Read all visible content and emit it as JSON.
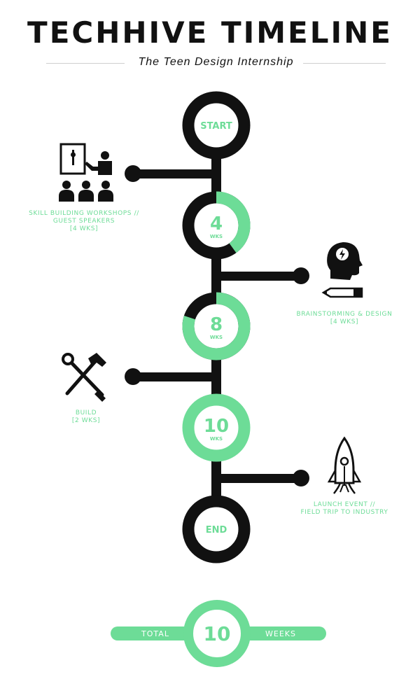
{
  "header": {
    "title": "TECHHIVE TIMELINE",
    "subtitle": "The Teen Design Internship"
  },
  "colors": {
    "accent": "#6ddc97",
    "dark": "#111111",
    "background": "#ffffff"
  },
  "nodes": [
    {
      "big": "START",
      "small": "",
      "green_fraction": 0
    },
    {
      "big": "4",
      "small": "WKS",
      "green_fraction": 0.4
    },
    {
      "big": "8",
      "small": "WKS",
      "green_fraction": 0.8
    },
    {
      "big": "10",
      "small": "WKS",
      "green_fraction": 1.0
    },
    {
      "big": "END",
      "small": "",
      "green_fraction": 0
    }
  ],
  "phases": [
    {
      "icon": "workshop-presentation-icon",
      "side": "left",
      "lines": [
        "SKILL BUILDING WORKSHOPS //",
        "GUEST SPEAKERS",
        "[4 WKS]"
      ]
    },
    {
      "icon": "brain-pencil-icon",
      "side": "right",
      "lines": [
        "BRAINSTORMING & DESIGN",
        "[4 WKS]"
      ]
    },
    {
      "icon": "wrench-hammer-icon",
      "side": "left",
      "lines": [
        "BUILD",
        "[2 WKS]"
      ]
    },
    {
      "icon": "rocket-icon",
      "side": "right",
      "lines": [
        "LAUNCH EVENT //",
        "FIELD TRIP TO INDUSTRY"
      ]
    }
  ],
  "total": {
    "left_label": "TOTAL",
    "value": "10",
    "right_label": "WEEKS"
  }
}
